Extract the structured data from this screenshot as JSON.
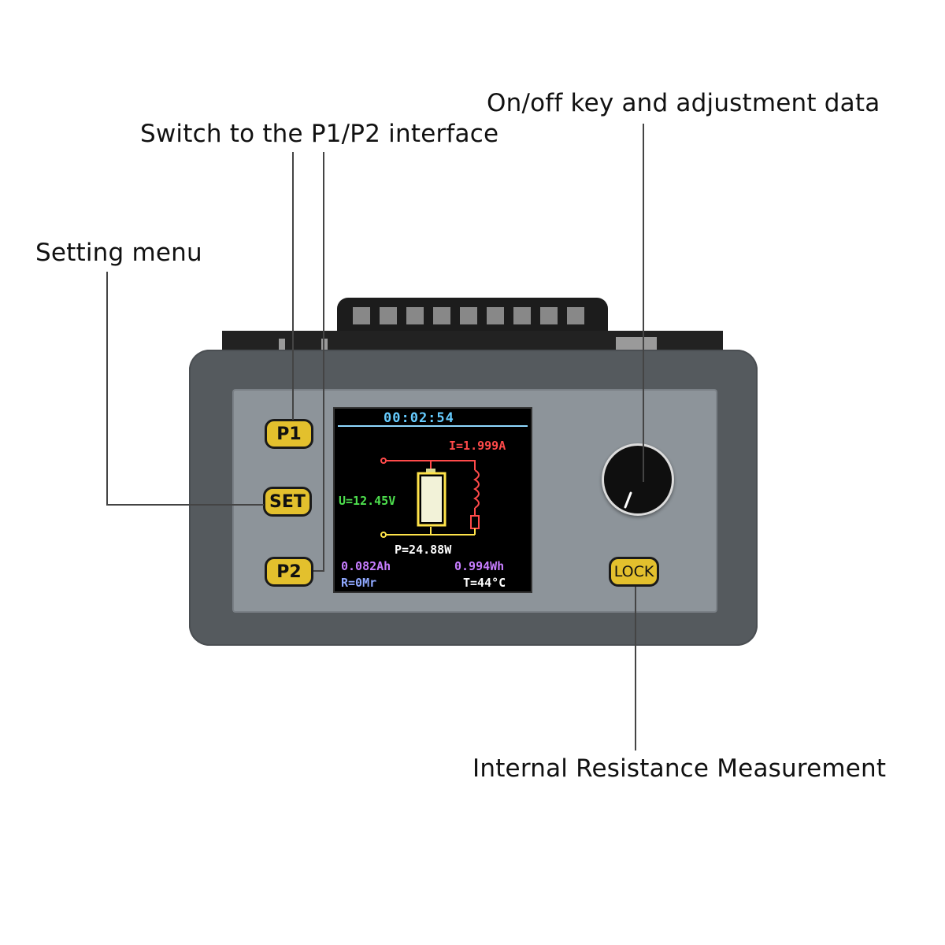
{
  "callouts": {
    "switch_interface": "Switch to the P1/P2 interface",
    "onoff_key": "On/off key and adjustment data",
    "setting_menu": "Setting menu",
    "internal_resistance": "Internal Resistance Measurement"
  },
  "buttons": {
    "p1": "P1",
    "set": "SET",
    "p2": "P2",
    "lock": "LOCK"
  },
  "display": {
    "time": "00:02:54",
    "current": "I=1.999A",
    "voltage": "U=12.45V",
    "power": "P=24.88W",
    "capacity_ah": "0.082Ah",
    "energy_wh": "0.994Wh",
    "resistance": "R=0Mr",
    "temperature": "T=44°C"
  },
  "colors": {
    "button_yellow": "#e3c02d",
    "bezel": "#555a5e",
    "faceplate": "#8d949a",
    "current_red": "#ff4a4a",
    "voltage_green": "#4ee04e",
    "capacity_purple": "#c77dff",
    "time_cyan": "#66ccff"
  },
  "icons": {
    "knob": "rotary-knob-icon",
    "battery": "battery-icon",
    "coil": "inductor-coil-icon",
    "resistor": "resistor-icon"
  }
}
